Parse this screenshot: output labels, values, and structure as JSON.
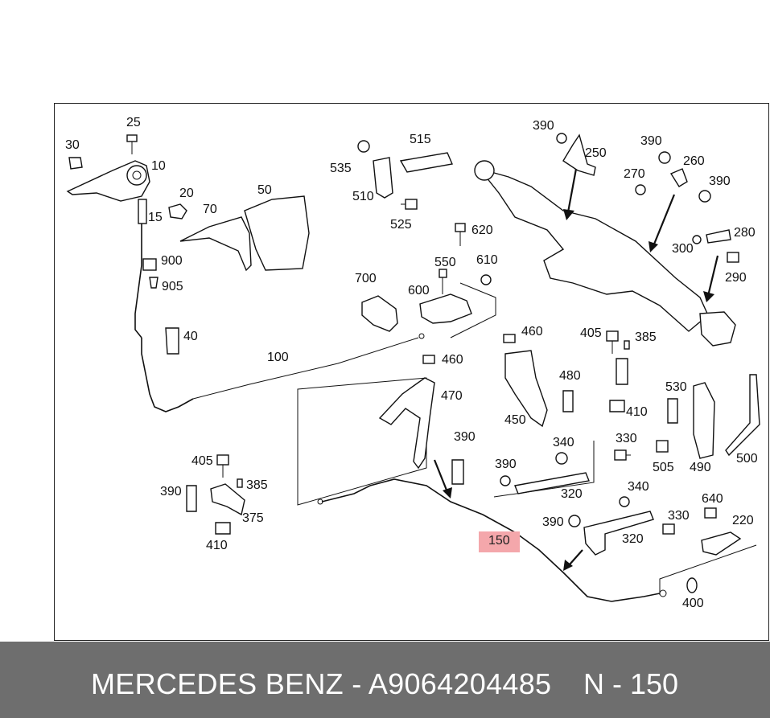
{
  "labels": {
    "p25": "25",
    "p30": "30",
    "p10": "10",
    "p20": "20",
    "p15": "15",
    "p70": "70",
    "p50": "50",
    "p900": "900",
    "p905": "905",
    "p40": "40",
    "p100": "100",
    "p515": "515",
    "p535": "535",
    "p510": "510",
    "p525": "525",
    "p620": "620",
    "p550": "550",
    "p610": "610",
    "p700": "700",
    "p600": "600",
    "p390a": "390",
    "p250": "250",
    "p390b": "390",
    "p260": "260",
    "p270": "270",
    "p390c": "390",
    "p280": "280",
    "p300": "300",
    "p290": "290",
    "p460a": "460",
    "p405a": "405",
    "p385a": "385",
    "p460b": "460",
    "p470": "470",
    "p480": "480",
    "p450": "450",
    "p410a": "410",
    "p530": "530",
    "p500": "500",
    "p490": "490",
    "p390d": "390",
    "p340a": "340",
    "p330a": "330",
    "p505": "505",
    "p390e": "390",
    "p320a": "320",
    "p340b": "340",
    "p405b": "405",
    "p385b": "385",
    "p390f": "390",
    "p375": "375",
    "p410b": "410",
    "p390g": "390",
    "p330b": "330",
    "p640": "640",
    "p220": "220",
    "p320b": "320",
    "p150": "150",
    "p400": "400"
  },
  "footer": {
    "brand_part": "MERCEDES BENZ - A9064204485",
    "position": "N - 150"
  },
  "colors": {
    "highlight": "#f4a7ab",
    "footer_bg": "#6e6e6e"
  }
}
